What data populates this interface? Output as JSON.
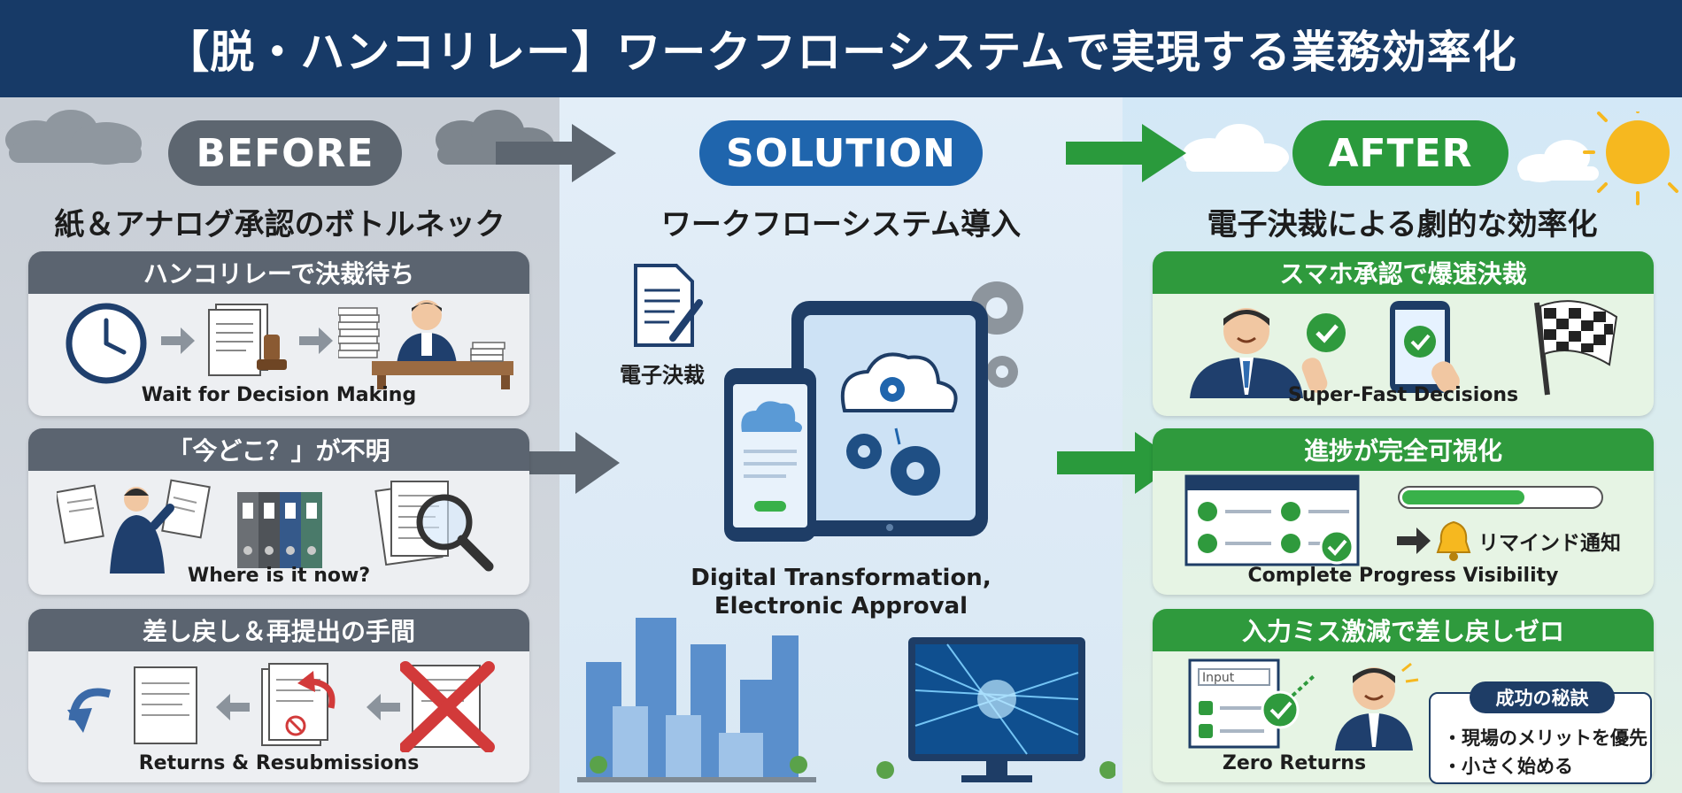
{
  "title": "【脱・ハンコリレー】ワークフローシステムで実現する業務効率化",
  "colors": {
    "navy": "#173a67",
    "gray": "#5b6470",
    "blue": "#1f65ad",
    "green": "#2a9a3c"
  },
  "before": {
    "badge": "BEFORE",
    "subtitle": "紙＆アナログ承認のボトルネック",
    "cards": [
      {
        "heading": "ハンコリレーで決裁待ち",
        "caption": "Wait for Decision Making",
        "icons": [
          "clock-icon",
          "documents-stamp-icon",
          "manager-at-desk-icon"
        ]
      },
      {
        "heading": "「今どこ？」が不明",
        "caption": "Where is it now?",
        "icons": [
          "searching-person-icon",
          "binders-icon",
          "magnifier-icon"
        ]
      },
      {
        "heading": "差し戻し＆再提出の手間",
        "caption": "Returns & Resubmissions",
        "icons": [
          "return-arrow-icon",
          "rejected-document-icon",
          "red-x-icon"
        ]
      }
    ]
  },
  "solution": {
    "badge": "SOLUTION",
    "subtitle": "ワークフローシステム導入",
    "doc_label": "電子決裁",
    "caption_line1": "Digital Transformation,",
    "caption_line2": "Electronic Approval"
  },
  "after": {
    "badge": "AFTER",
    "subtitle": "電子決裁による劇的な効率化",
    "cards": [
      {
        "heading": "スマホ承認で爆速決裁",
        "caption": "Super-Fast Decisions",
        "icons": [
          "smiling-businessman-icon",
          "smartphone-check-icon",
          "checkered-flag-icon"
        ]
      },
      {
        "heading": "進捗が完全可視化",
        "caption": "Complete Progress Visibility",
        "reminder": "リマインド通知",
        "icons": [
          "checklist-window-icon",
          "progress-bar-icon",
          "bell-icon"
        ]
      },
      {
        "heading": "入力ミス激減で差し戻しゼロ",
        "caption": "Zero Returns",
        "input_label": "Input",
        "icons": [
          "input-form-icon",
          "happy-worker-icon"
        ]
      }
    ],
    "secret": {
      "heading": "成功の秘訣",
      "items": [
        "・現場のメリットを優先",
        "・小さく始める"
      ]
    }
  }
}
